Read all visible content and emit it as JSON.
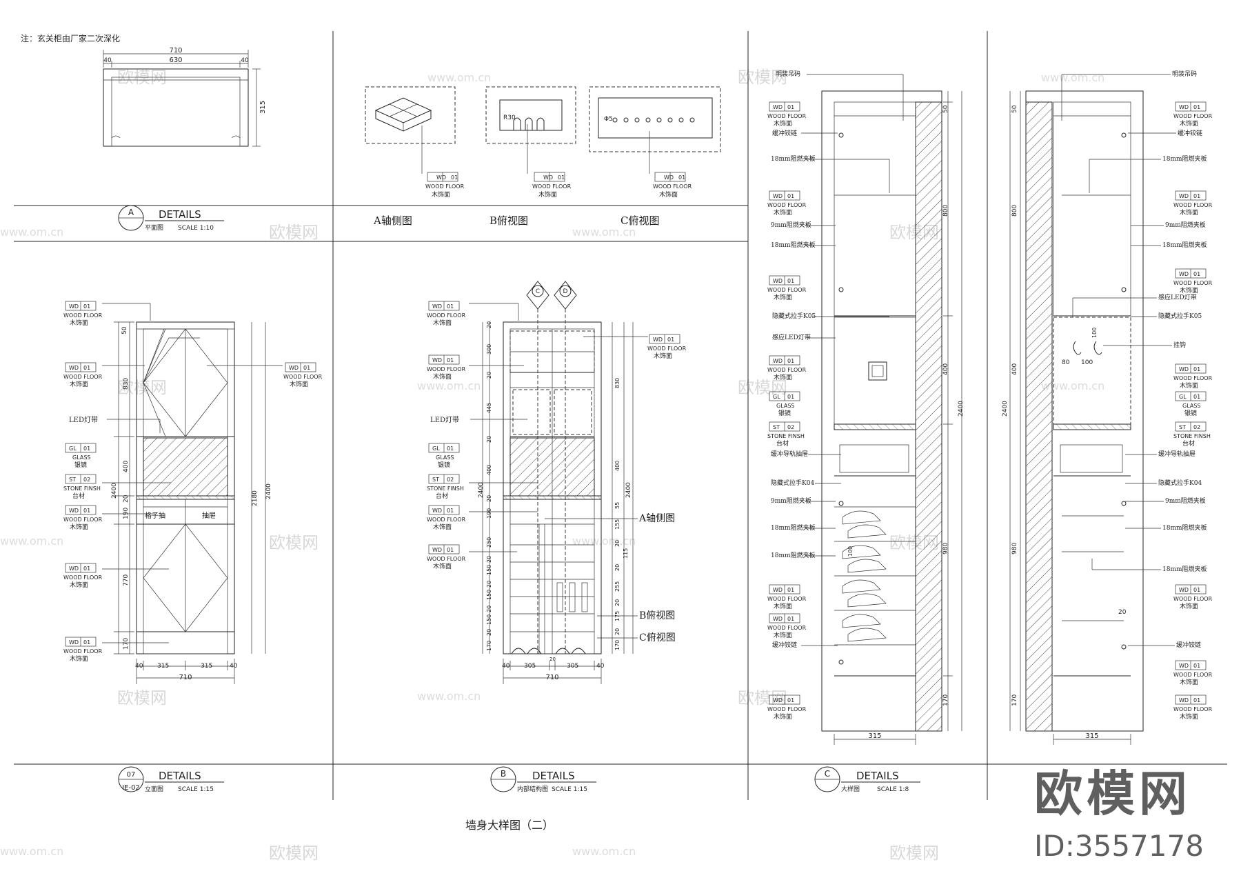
{
  "note": "注：玄关柜由厂家二次深化",
  "sheet_title": "墙身大样图（二）",
  "watermark": {
    "logo": "欧模网",
    "id": "ID:3557178",
    "url": "www.om.cn"
  },
  "plan": {
    "dims": {
      "total": "710",
      "inner": "630",
      "side_l": "40",
      "side_r": "40",
      "depth": "315"
    },
    "title": {
      "marker": "A",
      "label": "DETAILS",
      "sub": "平面图",
      "scale": "SCALE  1:10"
    }
  },
  "views": {
    "a": {
      "caption": "A轴侧图"
    },
    "b": {
      "caption": "B俯视图",
      "tag": "R30"
    },
    "c": {
      "caption": "C俯视图",
      "tag": "Φ5"
    }
  },
  "tag": {
    "code": "WD",
    "num": "01",
    "en": "WOOD FLOOR",
    "cn": "木饰面"
  },
  "tag_glass": {
    "code": "GL",
    "num": "01",
    "en": "GLASS",
    "cn": "银镜"
  },
  "tag_stone": {
    "code": "ST",
    "num": "02",
    "en": "STONE FINSH",
    "cn": "台材"
  },
  "elev1": {
    "led": "LED灯带",
    "grid": "格子抽",
    "drawer": "抽屉",
    "dims_v": [
      "50",
      "830",
      "400",
      "20",
      "190",
      "770",
      "170"
    ],
    "dims_total": [
      "2400",
      "2180",
      "2400"
    ],
    "dims_h": [
      "40",
      "315",
      "315",
      "40"
    ],
    "width": "710",
    "title": {
      "num": "07",
      "sheet": "IE-02",
      "label": "DETAILS",
      "sub": "立面图",
      "scale": "SCALE  1:15"
    }
  },
  "elev2": {
    "led": "LED灯带",
    "markers": [
      "C",
      "D"
    ],
    "dims_left": [
      "20",
      "300",
      "20",
      "445",
      "20",
      "400",
      "20",
      "190",
      "250",
      "20",
      "150",
      "20",
      "150",
      "20",
      "150",
      "20",
      "170"
    ],
    "dims_right": [
      "830",
      "400",
      "55",
      "155",
      "20",
      "115",
      "20",
      "255",
      "20",
      "175",
      "20",
      "170"
    ],
    "dims_total": [
      "2400",
      "2400"
    ],
    "dims_h": [
      "40",
      "305",
      "20",
      "305",
      "40"
    ],
    "width": "710",
    "callouts": [
      "A轴侧图",
      "B俯视图",
      "C俯视图"
    ],
    "title": {
      "marker": "B",
      "label": "DETAILS",
      "sub": "内部结构图",
      "scale": "SCALE  1:15"
    }
  },
  "section1": {
    "labels": [
      "明装吊码",
      "缓冲铰链",
      "18mm阻燃夹板",
      "9mm阻燃夹板",
      "18mm阻燃夹板",
      "隐藏式拉手K05",
      "感应LED灯带",
      "缓冲导轨抽屉",
      "隐藏式拉手K04",
      "9mm阻燃夹板",
      "18mm阻燃夹板",
      "18mm阻燃夹板",
      "缓冲铰链"
    ],
    "dims": [
      "50",
      "800",
      "400",
      "2400",
      "980",
      "170"
    ],
    "bottom": "315",
    "extra": "100",
    "title": {
      "marker": "C",
      "label": "DETAILS",
      "sub": "大样图",
      "scale": "SCALE  1:8"
    }
  },
  "section2": {
    "labels": [
      "明装吊码",
      "缓冲铰链",
      "18mm阻燃夹板",
      "9mm阻燃夹板",
      "18mm阻燃夹板",
      "感应LED灯带",
      "隐藏式拉手K05",
      "挂钩",
      "缓冲导轨抽屉",
      "隐藏式拉手K04",
      "9mm阻燃夹板",
      "18mm阻燃夹板",
      "18mm阻燃夹板",
      "缓冲铰链"
    ],
    "dims": [
      "50",
      "800",
      "400",
      "2400",
      "980",
      "170"
    ],
    "hook_dims": [
      "100",
      "80",
      "100"
    ],
    "bottom": "315",
    "twenty": "20"
  }
}
